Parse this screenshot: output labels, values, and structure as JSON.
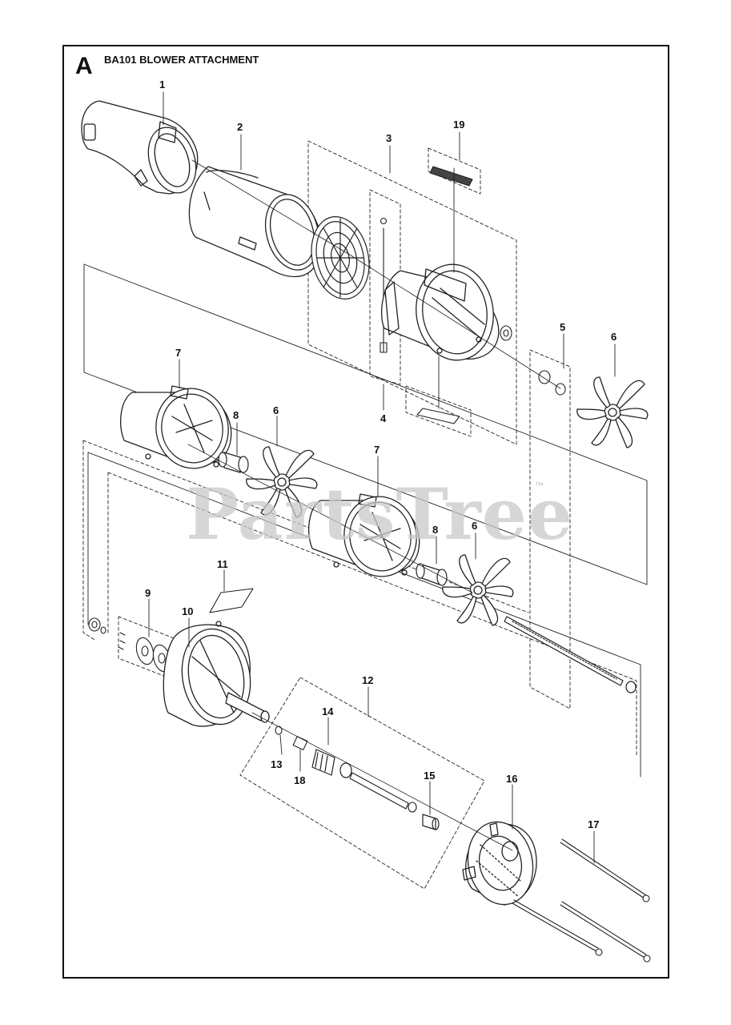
{
  "header": {
    "section_letter": "A",
    "title": "BA101 BLOWER ATTACHMENT"
  },
  "watermark": {
    "text": "PartsTree",
    "mark": "™"
  },
  "callouts": [
    "1",
    "2",
    "3",
    "19",
    "4",
    "5",
    "6",
    "7",
    "8",
    "6",
    "7",
    "8",
    "6",
    "11",
    "9",
    "10",
    "12",
    "14",
    "13",
    "18",
    "15",
    "16",
    "17"
  ],
  "colors": {
    "line": "#222222",
    "watermark": "#c9c9c9",
    "background": "#ffffff"
  }
}
